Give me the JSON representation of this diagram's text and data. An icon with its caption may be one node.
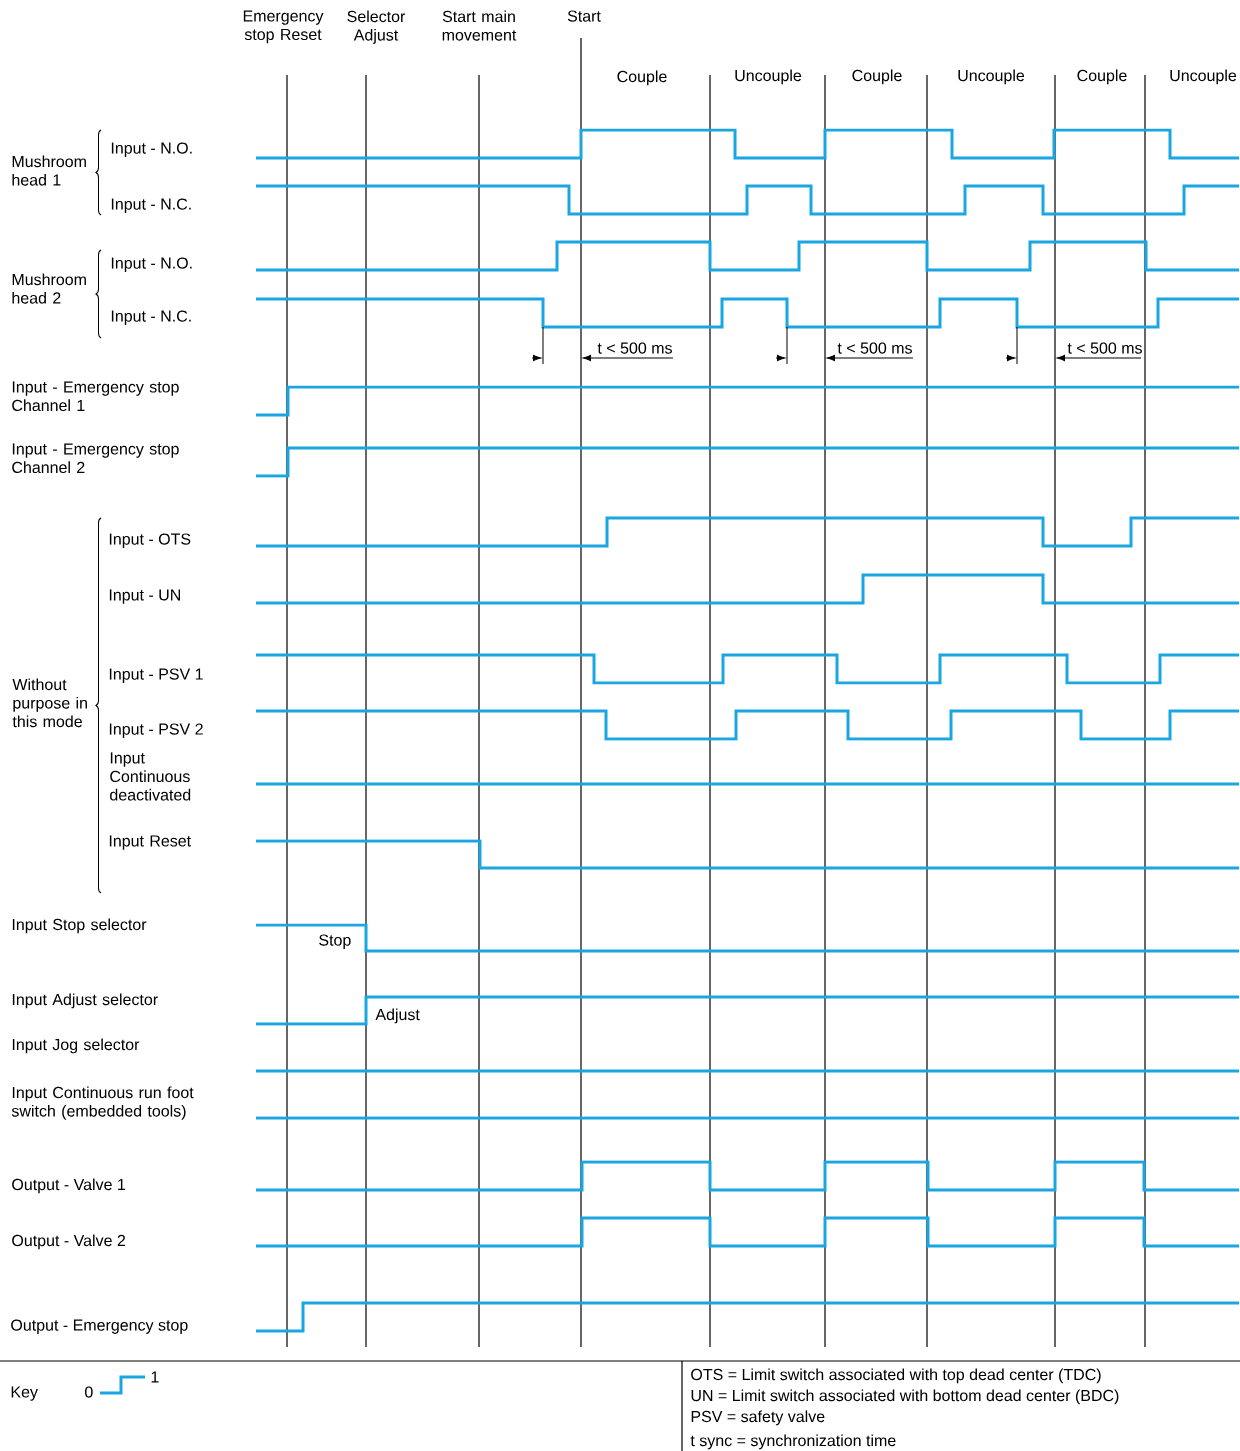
{
  "diagram": {
    "labels": [
      "Emergency stop Reset",
      "Selector Adjust",
      "Start main movement",
      "Start",
      "Couple",
      "Uncouple",
      "Couple",
      "Uncouple",
      "Couple",
      "Uncouple",
      "Mushroom head 1",
      "Input - N.O.",
      "Input - N.C.",
      "Mushroom head 2",
      "Input - N.O.",
      "Input - N.C.",
      "t < 500 ms",
      "t < 500 ms",
      "t < 500 ms",
      "Input - Emergency stop Channel 1",
      "Input - Emergency stop Channel 2",
      "Input - OTS",
      "Input - UN",
      "Without purpose in this mode",
      "Input - PSV 1",
      "Input - PSV 2",
      "Input Continuous deactivated",
      "Input Reset",
      "Input Stop selector",
      "Stop",
      "Input Adjust selector",
      "Adjust",
      "Input Jog selector",
      "Input Continuous run foot switch (embedded tools)",
      "Output - Valve 1",
      "Output - Valve 2",
      "Output - Emergency stop",
      "Key",
      "0",
      "1",
      "OTS = Limit switch associated with top dead center (TDC)",
      "UN = Limit switch associated with bottom dead center (BDC)",
      "PSV = safety valve",
      "t sync = synchronization time"
    ]
  }
}
